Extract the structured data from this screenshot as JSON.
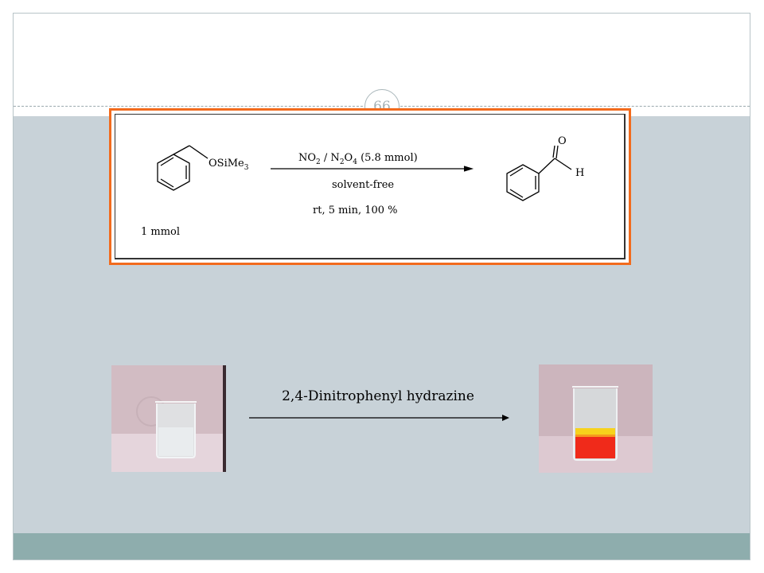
{
  "slide": {
    "page_number": "66"
  },
  "scheme": {
    "reactant_group": "OSiMe",
    "reactant_group_sub": "3",
    "reactant_amount": "1 mmol",
    "reagent_line_1": {
      "a": "NO",
      "a_sub": "2",
      "b": " / N",
      "b_sub": "2",
      "c": "O",
      "c_sub": "4",
      "d": " (5.8 mmol)"
    },
    "reagent_line_2": "solvent-free",
    "reagent_line_3": "rt, 5 min, 100 %",
    "product_o": "O",
    "product_h": "H"
  },
  "test_reaction": {
    "reagent_label": "2,4-Dinitrophenyl hydrazine"
  },
  "colors": {
    "scheme_border": "#f26b1d",
    "main_background": "#c8d2d8",
    "footer_bar": "#8eadad"
  }
}
